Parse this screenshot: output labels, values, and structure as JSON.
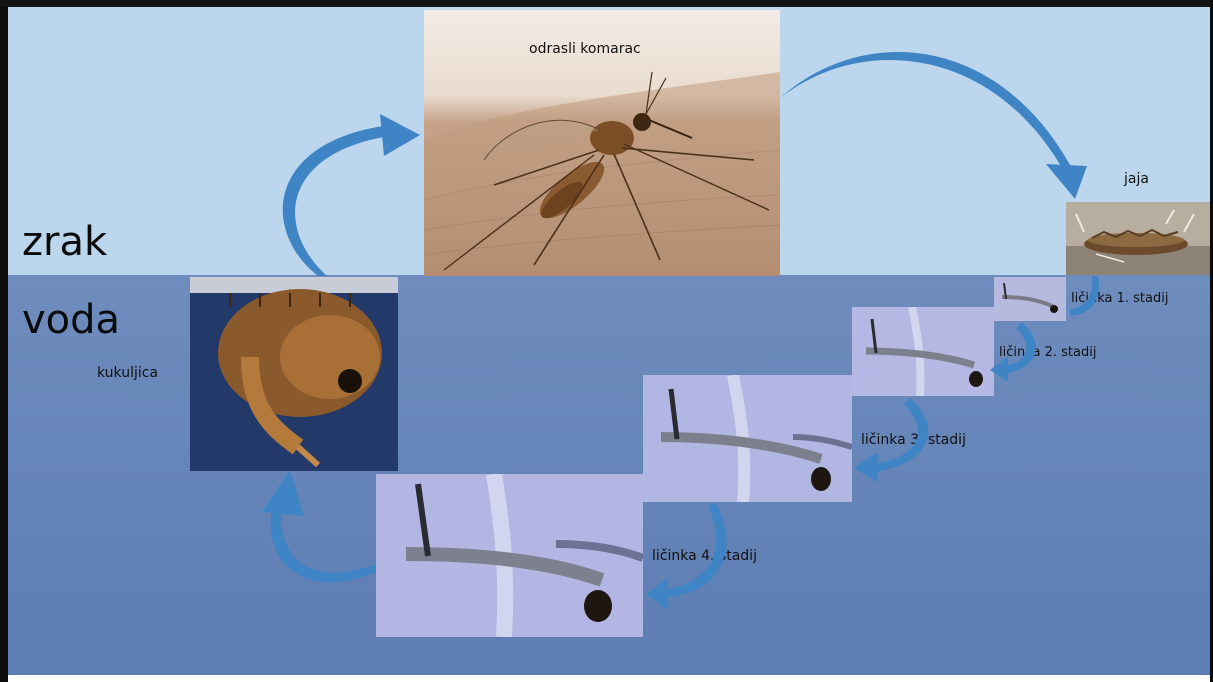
{
  "zones": {
    "air": "zrak",
    "water": "voda"
  },
  "stages": {
    "adult": "odrasli komarac",
    "eggs": "jaja",
    "larva1": "ličinka 1. stadij",
    "larva2": "ličinka 2. stadij",
    "larva3": "ličinka 3. stadij",
    "larva4": "ličinka 4. stadij",
    "pupa": "kukuljica"
  },
  "colors": {
    "air": "#bcd7ed",
    "water": "#6a89bb",
    "arrow": "#3f84c5",
    "pupa_background": "#22396a",
    "larva_background": "#b5b8e3"
  }
}
